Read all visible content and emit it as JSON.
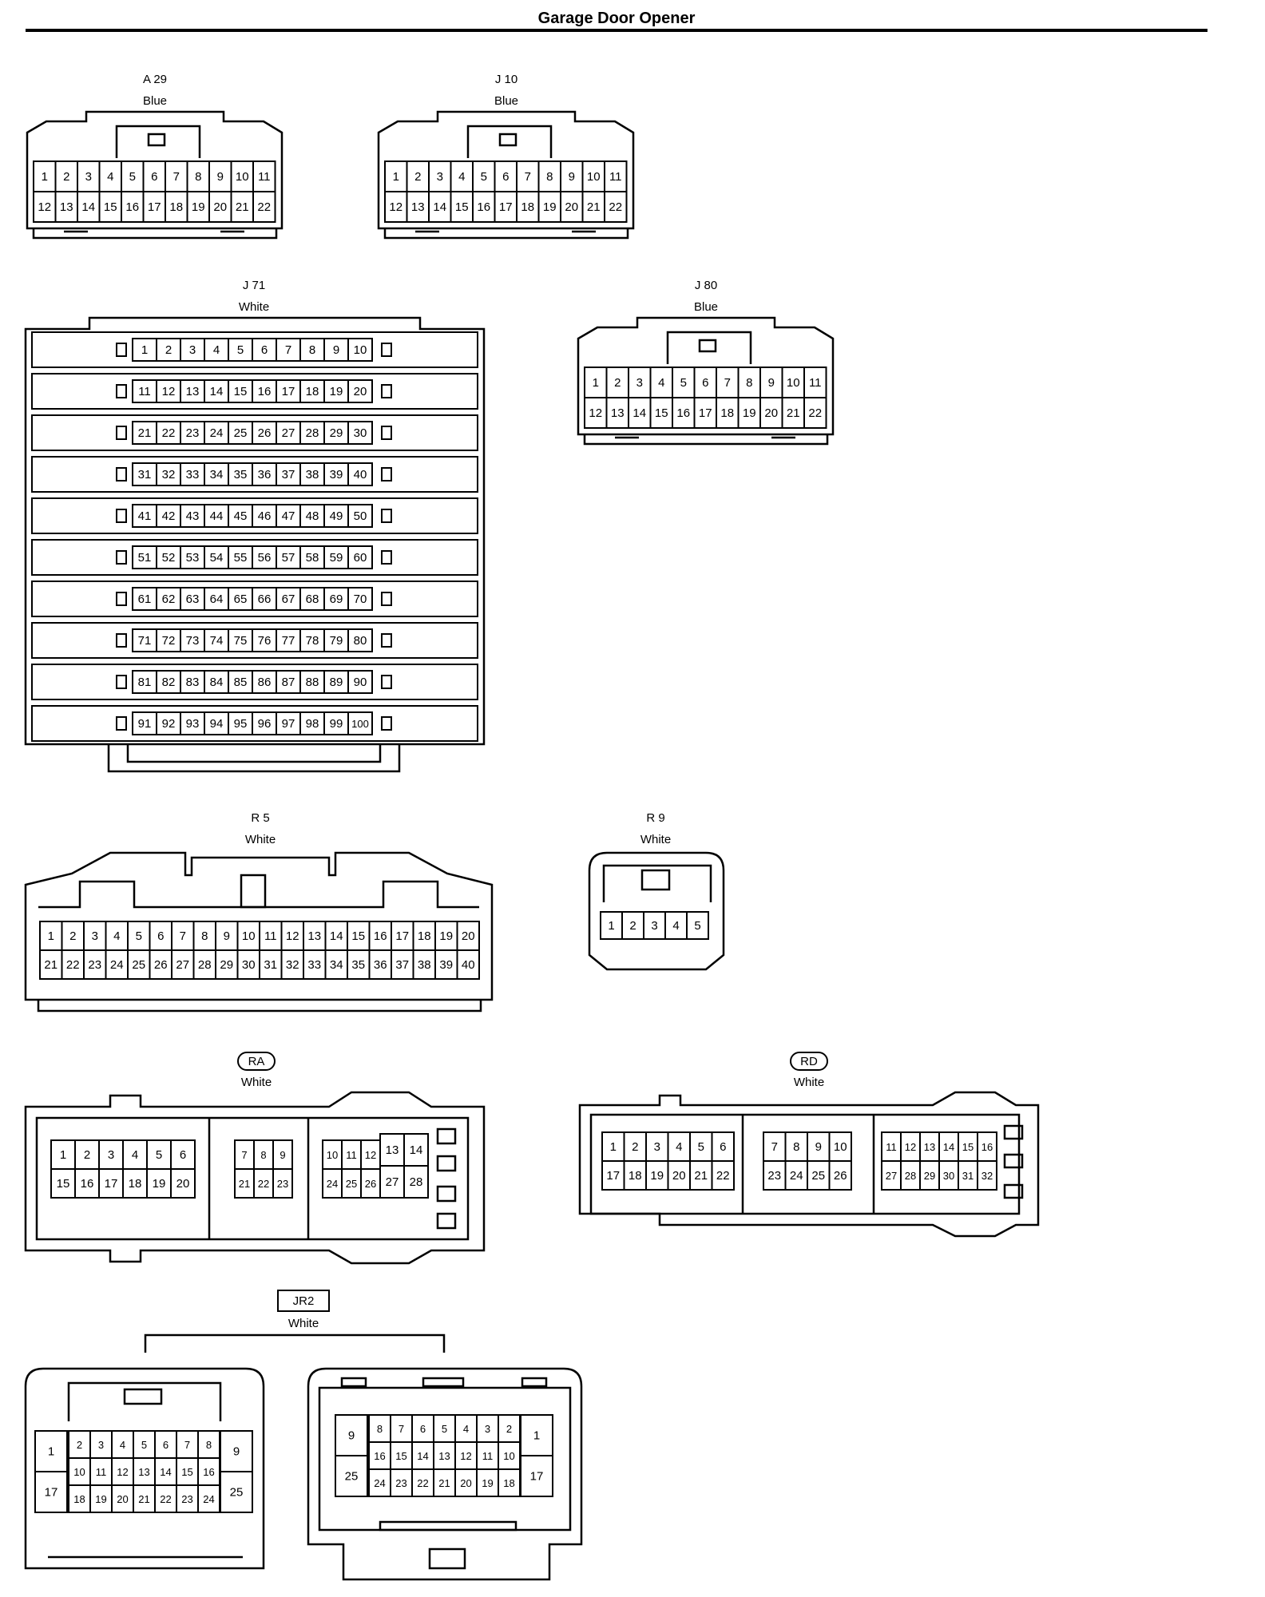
{
  "title": "Garage Door Opener",
  "connectors": {
    "A29": {
      "code": "A 29",
      "color": "Blue",
      "rows": [
        [
          "1",
          "2",
          "3",
          "4",
          "5",
          "6",
          "7",
          "8",
          "9",
          "10",
          "11"
        ],
        [
          "12",
          "13",
          "14",
          "15",
          "16",
          "17",
          "18",
          "19",
          "20",
          "21",
          "22"
        ]
      ]
    },
    "J10": {
      "code": "J 10",
      "color": "Blue",
      "rows": [
        [
          "1",
          "2",
          "3",
          "4",
          "5",
          "6",
          "7",
          "8",
          "9",
          "10",
          "11"
        ],
        [
          "12",
          "13",
          "14",
          "15",
          "16",
          "17",
          "18",
          "19",
          "20",
          "21",
          "22"
        ]
      ]
    },
    "J71": {
      "code": "J 71",
      "color": "White",
      "rows": [
        [
          "1",
          "2",
          "3",
          "4",
          "5",
          "6",
          "7",
          "8",
          "9",
          "10"
        ],
        [
          "11",
          "12",
          "13",
          "14",
          "15",
          "16",
          "17",
          "18",
          "19",
          "20"
        ],
        [
          "21",
          "22",
          "23",
          "24",
          "25",
          "26",
          "27",
          "28",
          "29",
          "30"
        ],
        [
          "31",
          "32",
          "33",
          "34",
          "35",
          "36",
          "37",
          "38",
          "39",
          "40"
        ],
        [
          "41",
          "42",
          "43",
          "44",
          "45",
          "46",
          "47",
          "48",
          "49",
          "50"
        ],
        [
          "51",
          "52",
          "53",
          "54",
          "55",
          "56",
          "57",
          "58",
          "59",
          "60"
        ],
        [
          "61",
          "62",
          "63",
          "64",
          "65",
          "66",
          "67",
          "68",
          "69",
          "70"
        ],
        [
          "71",
          "72",
          "73",
          "74",
          "75",
          "76",
          "77",
          "78",
          "79",
          "80"
        ],
        [
          "81",
          "82",
          "83",
          "84",
          "85",
          "86",
          "87",
          "88",
          "89",
          "90"
        ],
        [
          "91",
          "92",
          "93",
          "94",
          "95",
          "96",
          "97",
          "98",
          "99",
          "100"
        ]
      ]
    },
    "J80": {
      "code": "J 80",
      "color": "Blue",
      "rows": [
        [
          "1",
          "2",
          "3",
          "4",
          "5",
          "6",
          "7",
          "8",
          "9",
          "10",
          "11"
        ],
        [
          "12",
          "13",
          "14",
          "15",
          "16",
          "17",
          "18",
          "19",
          "20",
          "21",
          "22"
        ]
      ]
    },
    "R5": {
      "code": "R 5",
      "color": "White",
      "rows": [
        [
          "1",
          "2",
          "3",
          "4",
          "5",
          "6",
          "7",
          "8",
          "9",
          "10",
          "11",
          "12",
          "13",
          "14",
          "15",
          "16",
          "17",
          "18",
          "19",
          "20"
        ],
        [
          "21",
          "22",
          "23",
          "24",
          "25",
          "26",
          "27",
          "28",
          "29",
          "30",
          "31",
          "32",
          "33",
          "34",
          "35",
          "36",
          "37",
          "38",
          "39",
          "40"
        ]
      ]
    },
    "R9": {
      "code": "R 9",
      "color": "White",
      "rows": [
        [
          "1",
          "2",
          "3",
          "4",
          "5"
        ]
      ]
    },
    "RA": {
      "code": "RA",
      "color": "White",
      "groups": [
        [
          [
            "1",
            "2",
            "3",
            "4",
            "5",
            "6"
          ],
          [
            "15",
            "16",
            "17",
            "18",
            "19",
            "20"
          ]
        ],
        [
          [
            "7",
            "8",
            "9"
          ],
          [
            "21",
            "22",
            "23"
          ]
        ],
        [
          [
            "10",
            "11",
            "12"
          ],
          [
            "24",
            "25",
            "26"
          ]
        ],
        [
          [
            "13",
            "14"
          ],
          [
            "27",
            "28"
          ]
        ]
      ]
    },
    "RD": {
      "code": "RD",
      "color": "White",
      "groups": [
        [
          [
            "1",
            "2",
            "3",
            "4",
            "5",
            "6"
          ],
          [
            "17",
            "18",
            "19",
            "20",
            "21",
            "22"
          ]
        ],
        [
          [
            "7",
            "8",
            "9",
            "10"
          ],
          [
            "23",
            "24",
            "25",
            "26"
          ]
        ],
        [
          [
            "11",
            "12",
            "13",
            "14",
            "15",
            "16"
          ],
          [
            "27",
            "28",
            "29",
            "30",
            "31",
            "32"
          ]
        ]
      ]
    },
    "JR2": {
      "code": "JR2",
      "color": "White",
      "left": {
        "rows": [
          [
            "2",
            "3",
            "4",
            "5",
            "6",
            "7",
            "8"
          ],
          [
            "10",
            "11",
            "12",
            "13",
            "14",
            "15",
            "16"
          ],
          [
            "18",
            "19",
            "20",
            "21",
            "22",
            "23",
            "24"
          ]
        ],
        "side_left": [
          "1",
          "17"
        ],
        "side_right": [
          "9",
          "25"
        ]
      },
      "right": {
        "rows": [
          [
            "8",
            "7",
            "6",
            "5",
            "4",
            "3",
            "2"
          ],
          [
            "16",
            "15",
            "14",
            "13",
            "12",
            "11",
            "10"
          ],
          [
            "24",
            "23",
            "22",
            "21",
            "20",
            "19",
            "18"
          ]
        ],
        "side_left": [
          "9",
          "25"
        ],
        "side_right": [
          "1",
          "17"
        ]
      }
    }
  }
}
